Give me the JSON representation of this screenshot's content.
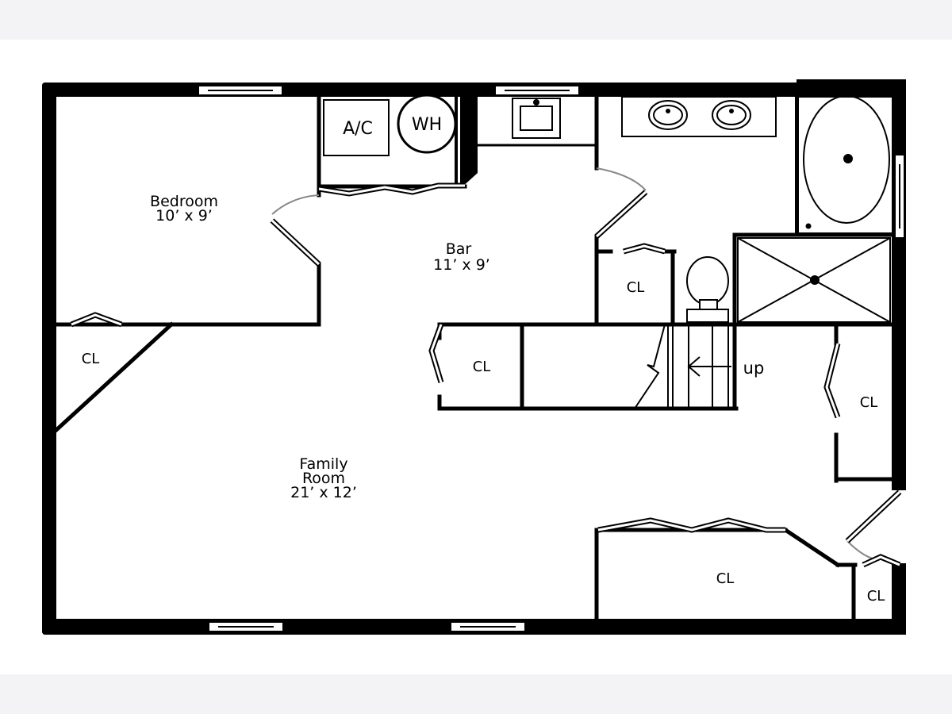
{
  "rooms": {
    "bedroom": {
      "name": "Bedroom",
      "size": "10’ x 9’"
    },
    "bar": {
      "name": "Bar",
      "size": "11’ x 9’"
    },
    "family": {
      "name_line1": "Family",
      "name_line2": "Room",
      "size": "21’ x 12’"
    }
  },
  "fixtures": {
    "ac": "A/C",
    "wh": "WH"
  },
  "closets": {
    "left": "CL",
    "mid": "CL",
    "bath": "CL",
    "right": "CL",
    "bottom": "CL",
    "corner": "CL"
  },
  "stairs": {
    "label": "up"
  }
}
